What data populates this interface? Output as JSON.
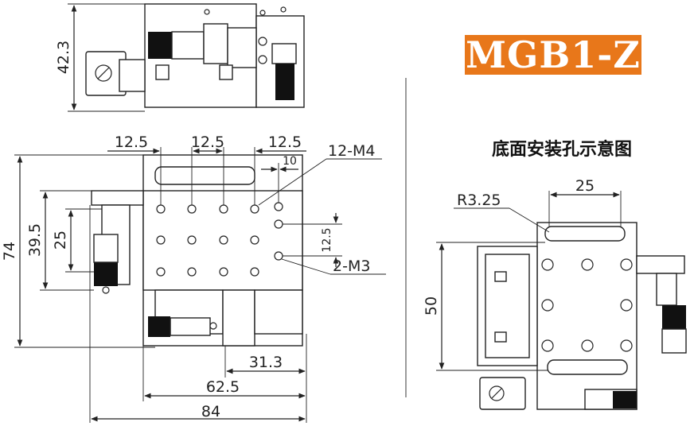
{
  "title": "MGB1-Z",
  "caption": "底面安装孔示意图",
  "colors": {
    "badge": "#e8771a",
    "badge_text": "#ffffff",
    "line": "#222222"
  },
  "dimensions": {
    "top_height": "42.3",
    "pitch_a": "12.5",
    "pitch_b": "12.5",
    "pitch_c": "12.5",
    "offset_10": "10",
    "thread_m4": "12-M4",
    "height_74": "74",
    "height_39_5": "39.5",
    "height_25": "25",
    "pitch_12_5_vertical": "12.5",
    "thread_m3": "2-M3",
    "width_31_3": "31.3",
    "width_62_5": "62.5",
    "width_84": "84",
    "slot_radius": "R3.25",
    "slot_width_25": "25",
    "height_50": "50"
  }
}
